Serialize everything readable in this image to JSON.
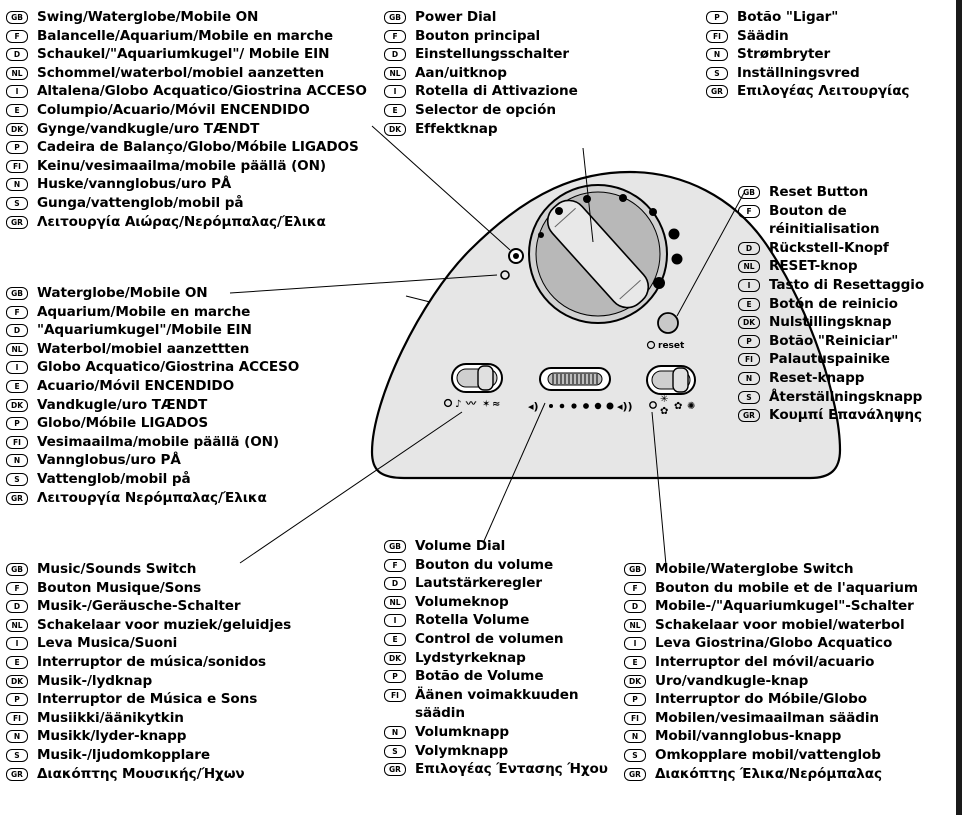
{
  "blocks": {
    "swing": [
      {
        "code": "GB",
        "text": "Swing/Waterglobe/Mobile ON"
      },
      {
        "code": "F",
        "text": "Balancelle/Aquarium/Mobile en marche"
      },
      {
        "code": "D",
        "text": "Schaukel/\"Aquariumkugel\"/ Mobile EIN"
      },
      {
        "code": "NL",
        "text": "Schommel/waterbol/mobiel aanzetten"
      },
      {
        "code": "I",
        "text": "Altalena/Globo Acquatico/Giostrina ACCESO"
      },
      {
        "code": "E",
        "text": "Columpio/Acuario/Móvil ENCENDIDO"
      },
      {
        "code": "DK",
        "text": "Gynge/vandkugle/uro TÆNDT"
      },
      {
        "code": "P",
        "text": "Cadeira de Balanço/Globo/Móbile LIGADOS"
      },
      {
        "code": "FI",
        "text": "Keinu/vesimaailma/mobile päällä (ON)"
      },
      {
        "code": "N",
        "text": "Huske/vannglobus/uro PÅ"
      },
      {
        "code": "S",
        "text": "Gunga/vattenglob/mobil på"
      },
      {
        "code": "GR",
        "text": "Λειτουργία Αιώρας/Νερόμπαλας/Έλικα"
      }
    ],
    "waterglobe": [
      {
        "code": "GB",
        "text": "Waterglobe/Mobile ON"
      },
      {
        "code": "F",
        "text": "Aquarium/Mobile en marche"
      },
      {
        "code": "D",
        "text": "\"Aquariumkugel\"/Mobile EIN"
      },
      {
        "code": "NL",
        "text": "Waterbol/mobiel aanzettten"
      },
      {
        "code": "I",
        "text": "Globo Acquatico/Giostrina ACCESO"
      },
      {
        "code": "E",
        "text": "Acuario/Móvil ENCENDIDO"
      },
      {
        "code": "DK",
        "text": "Vandkugle/uro TÆNDT"
      },
      {
        "code": "P",
        "text": "Globo/Móbile LIGADOS"
      },
      {
        "code": "FI",
        "text": "Vesimaailma/mobile päällä (ON)"
      },
      {
        "code": "N",
        "text": "Vannglobus/uro PÅ"
      },
      {
        "code": "S",
        "text": "Vattenglob/mobil på"
      },
      {
        "code": "GR",
        "text": "Λειτουργία Νερόμπαλας/Έλικα"
      }
    ],
    "music": [
      {
        "code": "GB",
        "text": "Music/Sounds Switch"
      },
      {
        "code": "F",
        "text": "Bouton Musique/Sons"
      },
      {
        "code": "D",
        "text": "Musik-/Geräusche-Schalter"
      },
      {
        "code": "NL",
        "text": "Schakelaar voor muziek/geluidjes"
      },
      {
        "code": "I",
        "text": "Leva Musica/Suoni"
      },
      {
        "code": "E",
        "text": "Interruptor de música/sonidos"
      },
      {
        "code": "DK",
        "text": "Musik-/lydknap"
      },
      {
        "code": "P",
        "text": "Interruptor de Música e Sons"
      },
      {
        "code": "FI",
        "text": "Musiikki/äänikytkin"
      },
      {
        "code": "N",
        "text": "Musikk/lyder-knapp"
      },
      {
        "code": "S",
        "text": "Musik-/ljudomkopplare"
      },
      {
        "code": "GR",
        "text": "Διακόπτης Μουσικής/Ήχων"
      }
    ],
    "power": [
      {
        "code": "GB",
        "text": "Power Dial"
      },
      {
        "code": "F",
        "text": "Bouton principal"
      },
      {
        "code": "D",
        "text": "Einstellungsschalter"
      },
      {
        "code": "NL",
        "text": "Aan/uitknop"
      },
      {
        "code": "I",
        "text": "Rotella di Attivazione"
      },
      {
        "code": "E",
        "text": "Selector de opción"
      },
      {
        "code": "DK",
        "text": "Effektknap"
      }
    ],
    "power2": [
      {
        "code": "P",
        "text": "Botão \"Ligar\""
      },
      {
        "code": "FI",
        "text": "Säädin"
      },
      {
        "code": "N",
        "text": "Strømbryter"
      },
      {
        "code": "S",
        "text": "Inställningsvred"
      },
      {
        "code": "GR",
        "text": "Επιλογέας Λειτουργίας"
      }
    ],
    "reset": [
      {
        "code": "GB",
        "text": "Reset Button"
      },
      {
        "code": "F",
        "text": "Bouton de réinitialisation",
        "tall": true
      },
      {
        "code": "D",
        "text": "Rückstell-Knopf"
      },
      {
        "code": "NL",
        "text": "RESET-knop"
      },
      {
        "code": "I",
        "text": "Tasto di Resettaggio"
      },
      {
        "code": "E",
        "text": "Botón de reinicio"
      },
      {
        "code": "DK",
        "text": "Nulstillingsknap"
      },
      {
        "code": "P",
        "text": "Botão \"Reiniciar\""
      },
      {
        "code": "FI",
        "text": "Palautuspainike"
      },
      {
        "code": "N",
        "text": "Reset-knapp"
      },
      {
        "code": "S",
        "text": "Återställningsknapp"
      },
      {
        "code": "GR",
        "text": "Κουμπί Επανάληψης"
      }
    ],
    "volume": [
      {
        "code": "GB",
        "text": "Volume Dial"
      },
      {
        "code": "F",
        "text": "Bouton du volume"
      },
      {
        "code": "D",
        "text": "Lautstärkeregler"
      },
      {
        "code": "NL",
        "text": "Volumeknop"
      },
      {
        "code": "I",
        "text": "Rotella Volume"
      },
      {
        "code": "E",
        "text": "Control de volumen"
      },
      {
        "code": "DK",
        "text": "Lydstyrkeknap"
      },
      {
        "code": "P",
        "text": "Botão de Volume"
      },
      {
        "code": "FI",
        "text": "Äänen voimakkuuden säädin",
        "tall": true
      },
      {
        "code": "N",
        "text": "Volumknapp"
      },
      {
        "code": "S",
        "text": "Volymknapp"
      },
      {
        "code": "GR",
        "text": "Επιλογέας Έντασης Ήχου"
      }
    ],
    "mobile": [
      {
        "code": "GB",
        "text": "Mobile/Waterglobe Switch"
      },
      {
        "code": "F",
        "text": "Bouton du mobile et de l'aquarium"
      },
      {
        "code": "D",
        "text": "Mobile-/\"Aquariumkugel\"-Schalter"
      },
      {
        "code": "NL",
        "text": "Schakelaar voor mobiel/waterbol"
      },
      {
        "code": "I",
        "text": "Leva Giostrina/Globo Acquatico"
      },
      {
        "code": "E",
        "text": "Interruptor del móvil/acuario"
      },
      {
        "code": "DK",
        "text": "Uro/vandkugle-knap"
      },
      {
        "code": "P",
        "text": "Interruptor do Móbile/Globo"
      },
      {
        "code": "FI",
        "text": "Mobilen/vesimaailman säädin"
      },
      {
        "code": "N",
        "text": "Mobil/vannglobus-knapp"
      },
      {
        "code": "S",
        "text": "Omkopplare mobil/vattenglob"
      },
      {
        "code": "GR",
        "text": "Διακόπτης Έλικα/Νερόμπαλας"
      }
    ]
  },
  "device": {
    "reset_label": "reset"
  }
}
